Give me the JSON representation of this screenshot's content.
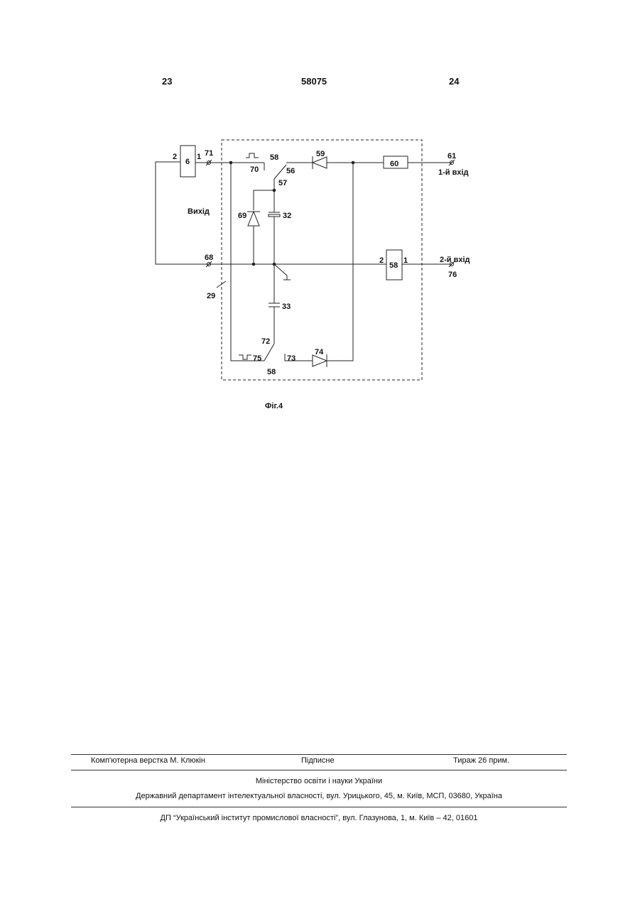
{
  "header": {
    "page_left": "23",
    "patent_number": "58075",
    "page_right": "24"
  },
  "figure": {
    "caption": "Фіг.4",
    "labels": {
      "l_2a": "2",
      "l_6": "6",
      "l_1a": "1",
      "l_71": "71",
      "l_58top": "58",
      "l_70": "70",
      "l_56": "56",
      "l_57": "57",
      "l_59": "59",
      "l_60": "60",
      "l_61": "61",
      "l_input1": "1-й вхід",
      "l_output": "Вихід",
      "l_69": "69",
      "l_32": "32",
      "l_68": "68",
      "l_29": "29",
      "l_2b": "2",
      "l_58box": "58",
      "l_1b": "1",
      "l_input2": "2-й вхід",
      "l_76": "76",
      "l_33": "33",
      "l_72": "72",
      "l_75": "75",
      "l_73": "73",
      "l_74": "74",
      "l_58bot": "58"
    }
  },
  "footer": {
    "layout": "Комп'ютерна верстка М. Клюкін",
    "signed": "Підписне",
    "circulation": "Тираж 26 прим.",
    "ministry": "Міністерство освіти і науки України",
    "department": "Державний департамент інтелектуальної власності, вул. Урицького, 45, м. Київ, МСП, 03680, Україна",
    "institute": "ДП “Український інститут промислової власності”, вул. Глазунова, 1, м. Київ – 42, 01601"
  }
}
